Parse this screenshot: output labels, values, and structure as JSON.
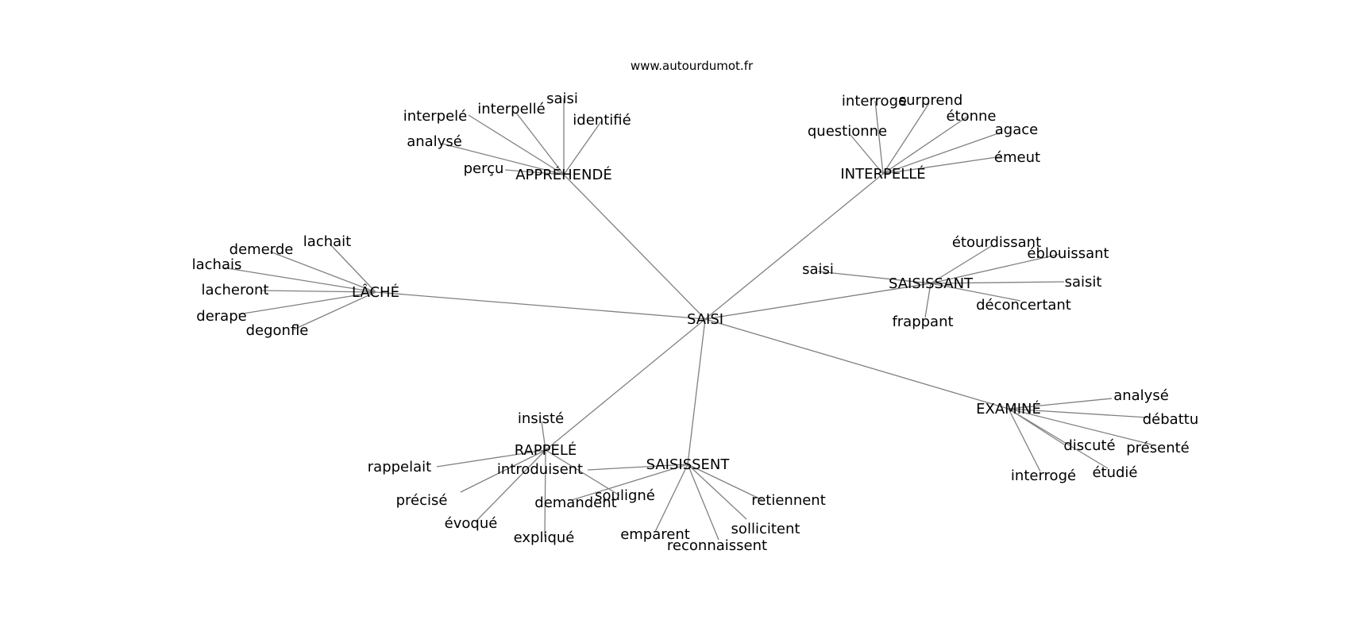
{
  "header": {
    "site": "www.autourdumot.fr"
  },
  "graph": {
    "center": {
      "id": "saisi",
      "label": "SAISI"
    },
    "hubs": [
      {
        "id": "apprehende",
        "label": "APPRÉHENDÉ",
        "leaves": [
          "saisi",
          "interpellé",
          "identifié",
          "interpelé",
          "analysé",
          "perçu"
        ]
      },
      {
        "id": "interpelle",
        "label": "INTERPELLÉ",
        "leaves": [
          "interroge",
          "surprend",
          "étonne",
          "questionne",
          "agace",
          "émeut"
        ]
      },
      {
        "id": "lache",
        "label": "LÂCHÉ",
        "leaves": [
          "lachait",
          "demerde",
          "lachais",
          "lacheront",
          "derape",
          "degonfle"
        ]
      },
      {
        "id": "saisissant",
        "label": "SAISISSANT",
        "leaves": [
          "étourdissant",
          "éblouissant",
          "saisi",
          "saisit",
          "déconcertant",
          "frappant"
        ]
      },
      {
        "id": "examine",
        "label": "EXAMINÉ",
        "leaves": [
          "analysé",
          "débattu",
          "discuté",
          "présenté",
          "étudié",
          "interrogé"
        ]
      },
      {
        "id": "rappele",
        "label": "RAPPELÉ",
        "leaves": [
          "insisté",
          "rappelait",
          "précisé",
          "évoqué",
          "expliqué",
          "souligné"
        ]
      },
      {
        "id": "saisissent",
        "label": "SAISISSENT",
        "leaves": [
          "introduisent",
          "demandent",
          "retiennent",
          "emparent",
          "sollicitent",
          "reconnaissent"
        ]
      }
    ]
  }
}
